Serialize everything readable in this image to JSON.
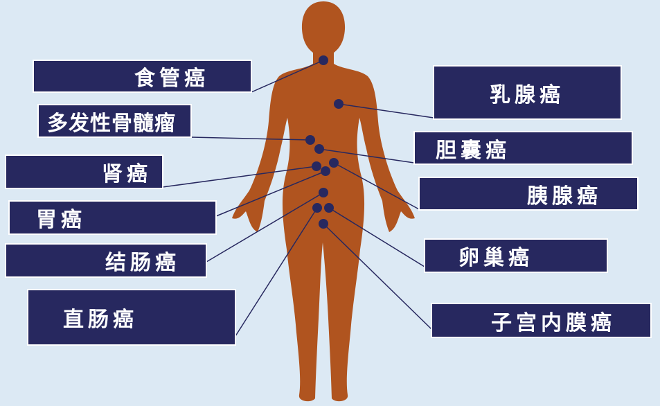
{
  "colors": {
    "background": "#dce9f4",
    "label_box": "#27285f",
    "body": "#b0541f",
    "marker": "#27285f"
  },
  "labels": {
    "esophageal": "食管癌",
    "multiple_myeloma": "多发性骨髓瘤",
    "kidney": "肾癌",
    "stomach": "胃癌",
    "colon": "结肠癌",
    "rectal": "直肠癌",
    "breast": "乳腺癌",
    "gallbladder": "胆囊癌",
    "pancreatic": "胰腺癌",
    "ovarian": "卵巢癌",
    "endometrial": "子宫内膜癌"
  }
}
